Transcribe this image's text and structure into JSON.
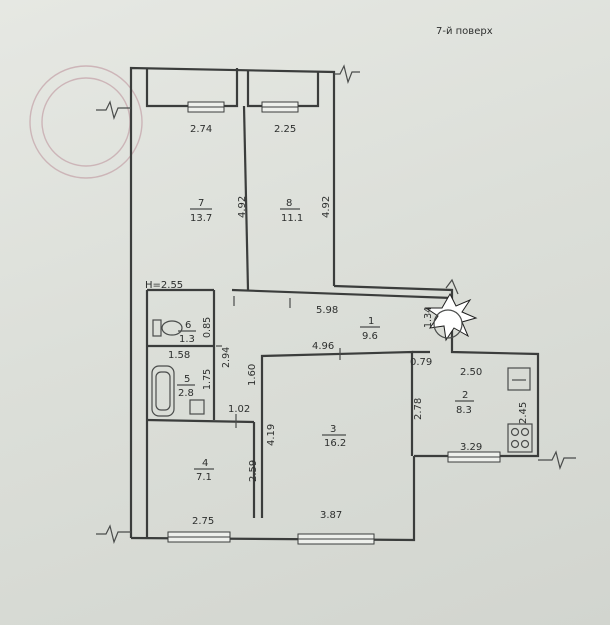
{
  "floor_label": "7-й поверх",
  "height_label": "H=2.55",
  "rooms": [
    {
      "id": "7",
      "num": "7",
      "area": "13.7"
    },
    {
      "id": "8",
      "num": "8",
      "area": "11.1"
    },
    {
      "id": "6",
      "num": "6",
      "area": "1.3"
    },
    {
      "id": "5",
      "num": "5",
      "area": "2.8"
    },
    {
      "id": "1",
      "num": "1",
      "area": "9.6"
    },
    {
      "id": "2",
      "num": "2",
      "area": "8.3"
    },
    {
      "id": "3",
      "num": "3",
      "area": "16.2"
    },
    {
      "id": "4",
      "num": "4",
      "area": "7.1"
    }
  ],
  "dimensions": {
    "r7_width": "2.74",
    "r8_width": "2.25",
    "r7_depth": "4.92",
    "r8_depth": "4.92",
    "corridor_len": "5.98",
    "r6_depth": "0.85",
    "r5_width": "1.58",
    "bath_len": "2.94",
    "r5_depth": "1.75",
    "r3_top": "4.96",
    "corr_depth": "1.60",
    "door_0_79": "0.79",
    "r1_side": "1.34",
    "r2_width": "2.50",
    "r2_depth": "2.45",
    "r2_left": "2.78",
    "r2_bottom": "3.29",
    "r4_hall": "1.02",
    "r3_depth": "4.19",
    "r4_depth": "2.59",
    "r4_width": "2.75",
    "r3_width": "3.87"
  },
  "colors": {
    "ink": "#3b3d3c",
    "paper": "#e6e8e3",
    "stamp": "#c7a9ae"
  }
}
